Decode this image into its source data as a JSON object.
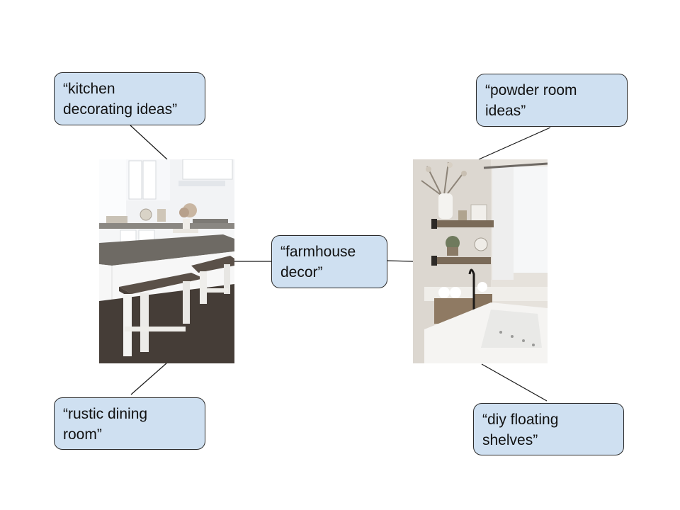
{
  "center": {
    "lines": [
      "“farmhouse",
      "decor”"
    ]
  },
  "branches": [
    {
      "id": "kitchen",
      "lines": [
        "“kitchen",
        "decorating ideas”"
      ]
    },
    {
      "id": "dining",
      "lines": [
        "“rustic dining",
        "room”"
      ]
    },
    {
      "id": "powder",
      "lines": [
        "“powder room",
        "ideas”"
      ]
    },
    {
      "id": "shelves",
      "lines": [
        "“diy floating",
        "shelves”"
      ]
    }
  ],
  "images": [
    {
      "id": "kitchen-photo",
      "subject": "white farmhouse kitchen island with rustic wooden benches"
    },
    {
      "id": "bathroom-photo",
      "subject": "bathroom with floating wooden shelves above a bathtub"
    }
  ],
  "colors": {
    "box_fill": "#cfe0f1",
    "box_border": "#2b2b2b",
    "line": "#1a1a1a"
  }
}
